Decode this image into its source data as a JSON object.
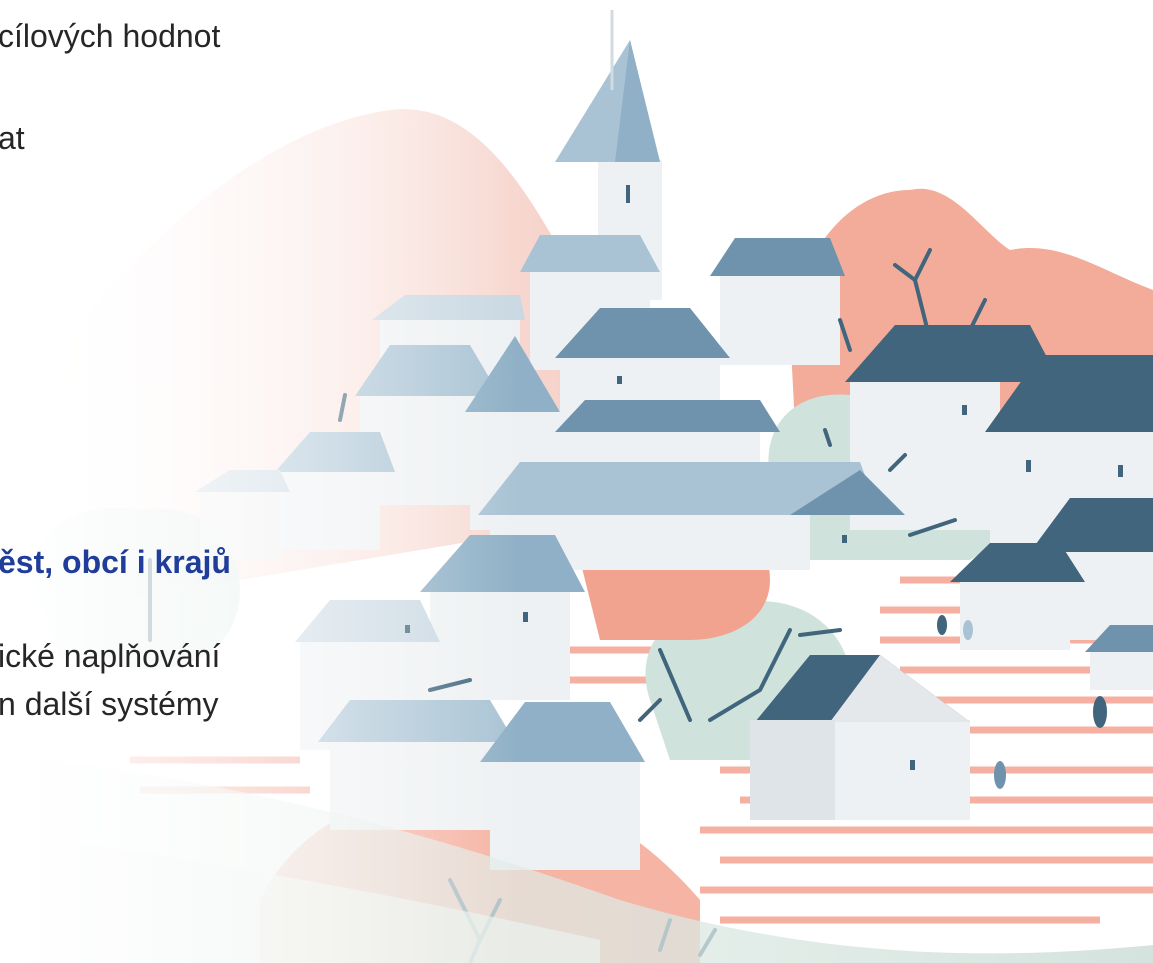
{
  "slide": {
    "lines": [
      "cílových hodnot",
      "at",
      "ěst, obcí i krajů",
      "ické naplňování",
      "n další systémy"
    ]
  },
  "illustration": {
    "subject": "village-on-hill",
    "colors": {
      "roof_dark": "#41657c",
      "roof_mid": "#6f93ad",
      "roof_light": "#a9c3d4",
      "wall": "#eef1f3",
      "tree_salmon": "#f2a38f",
      "tree_sage": "#cfe3dc",
      "hill_pink": "#f6d6cf",
      "field_stripe": "#f5a898",
      "ground_green": "#d5e5df"
    }
  }
}
